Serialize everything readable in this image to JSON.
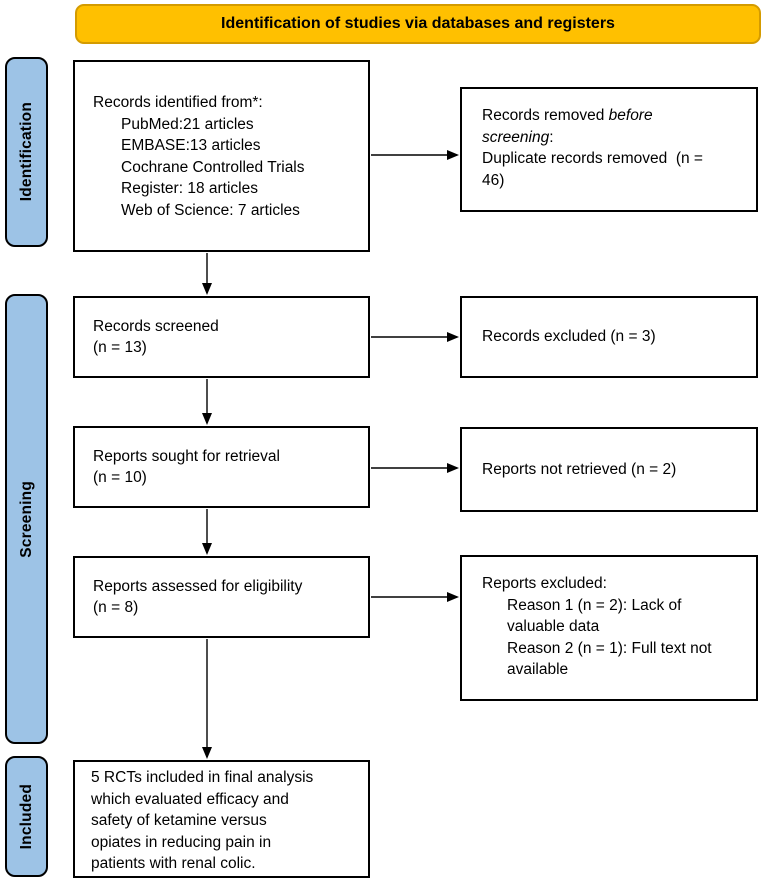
{
  "banner": {
    "label": "Identification of studies via databases and registers"
  },
  "sidebar": [
    {
      "id": "identification",
      "label": "Identification"
    },
    {
      "id": "screening",
      "label": "Screening"
    },
    {
      "id": "included",
      "label": "Included"
    }
  ],
  "boxes": {
    "records_identified": {
      "title": "Records identified from*:",
      "lines": [
        "PubMed:21 articles",
        "EMBASE:13 articles",
        "Cochrane Controlled Trials",
        "Register: 18 articles",
        "Web of Science: 7 articles"
      ]
    },
    "records_removed": {
      "prefix": "Records removed ",
      "italic": "before\nscreening",
      "suffix": ":\nDuplicate records removed  (n =\n46)"
    },
    "records_screened": {
      "text": "Records screened\n(n = 13)"
    },
    "records_excluded": {
      "text": "Records excluded (n = 3)"
    },
    "reports_sought": {
      "text": "Reports sought for retrieval\n(n = 10)"
    },
    "reports_not_retrieved": {
      "text": "Reports not retrieved (n = 2)"
    },
    "reports_assessed": {
      "text": "Reports assessed for eligibility\n(n = 8)"
    },
    "reports_excluded": {
      "title": "Reports excluded:",
      "lines": [
        "Reason 1 (n = 2): Lack of",
        "valuable data",
        "Reason 2 (n = 1): Full text not",
        "available"
      ]
    },
    "included_summary": {
      "text": "5 RCTs included in final analysis\nwhich evaluated efficacy and\nsafety of ketamine versus\nopiates in reducing pain in\npatients with renal colic."
    }
  },
  "colors": {
    "banner_fill": "#FFC000",
    "banner_border": "#D49B00",
    "stage_fill": "#9DC3E6",
    "box_border": "#000000",
    "arrow": "#000000"
  }
}
